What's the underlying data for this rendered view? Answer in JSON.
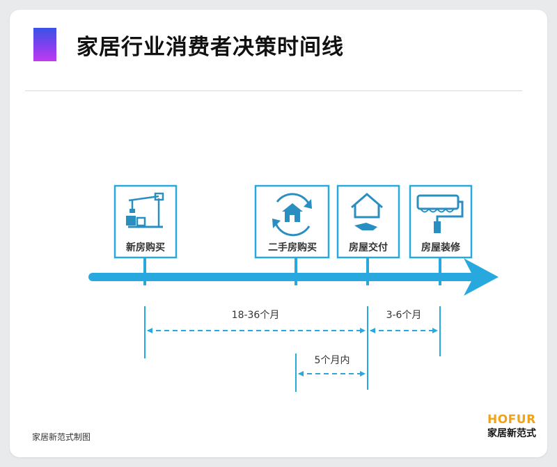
{
  "title": "家居行业消费者决策时间线",
  "milestones": [
    {
      "label": "新房购买",
      "icon": "construction-crane-icon"
    },
    {
      "label": "二手房购买",
      "icon": "house-cycle-icon"
    },
    {
      "label": "房屋交付",
      "icon": "house-handover-icon"
    },
    {
      "label": "房屋装修",
      "icon": "paint-roller-icon"
    }
  ],
  "intervals": [
    {
      "label": "18-36个月"
    },
    {
      "label": "3-6个月"
    },
    {
      "label": "5个月内"
    }
  ],
  "credit": "家居新范式制图",
  "logo": {
    "en": "HOFUR",
    "cn": "家居新范式"
  },
  "colors": {
    "accent": "#27a9df",
    "logo": "#f0a31a"
  }
}
